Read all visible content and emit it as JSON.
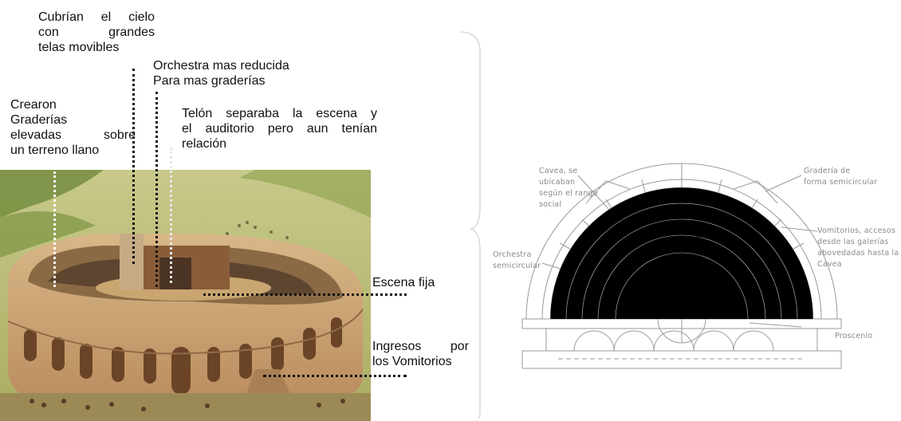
{
  "left_annotations": {
    "cielo": [
      "Cubrían el cielo",
      "con grandes",
      "telas movibles"
    ],
    "orchestra": [
      "Orchestra mas reducida",
      "Para mas graderías"
    ],
    "graderias": [
      "Crearon",
      "Graderías",
      "elevadas sobre",
      "un terreno llano"
    ],
    "telon": [
      "Telón separaba la escena y",
      "el auditorio pero aun tenían",
      "relación"
    ],
    "escena": "Escena fija",
    "ingresos": [
      "Ingresos por",
      "los Vomitorios"
    ]
  },
  "plan_labels": {
    "cavea": [
      "Cavea, se",
      "ubicaban",
      "según el rango",
      "social"
    ],
    "graderia": [
      "Gradería de",
      "forma semicircular"
    ],
    "vomitorios": [
      "Vomitorios, accesos",
      "desde las galerías",
      "abovedadas hasta la",
      "Cavea"
    ],
    "orchestra": [
      "Orchestra",
      "semicircular"
    ],
    "proscenio": "Proscenio"
  },
  "colors": {
    "text": "#111111",
    "plan_lines": "#9a9a9a",
    "plan_text": "#8a8a8a",
    "brace": "#d8d8d8"
  }
}
